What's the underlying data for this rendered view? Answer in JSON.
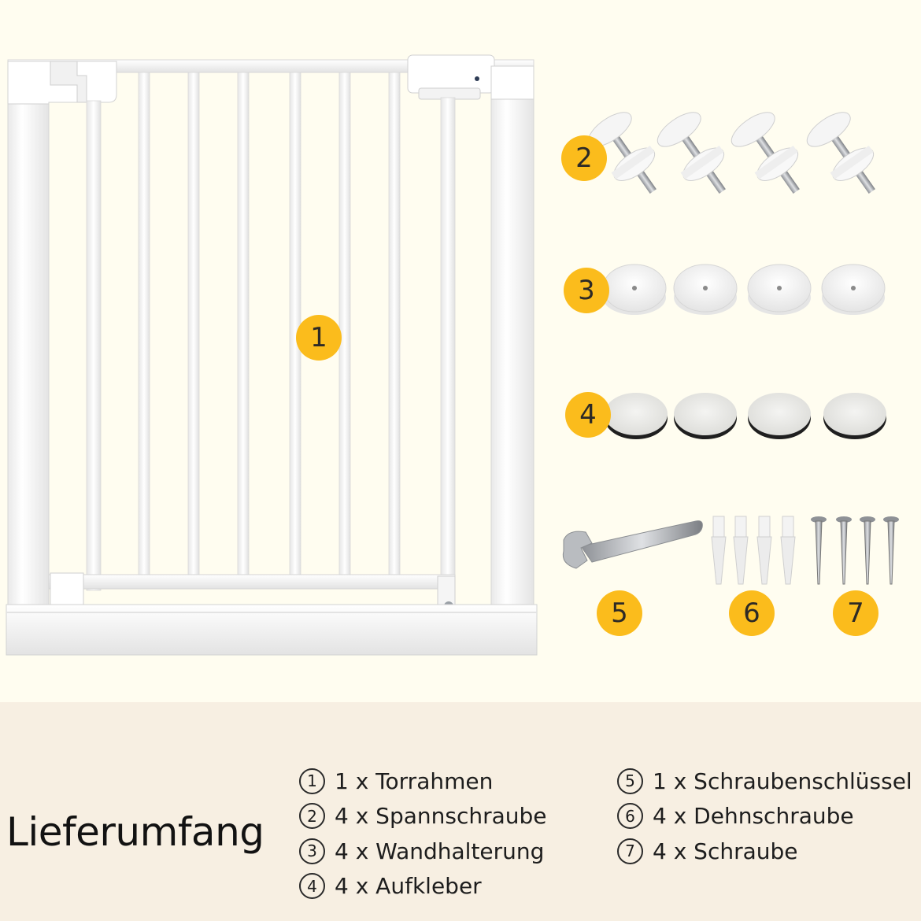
{
  "badges": {
    "b1": "1",
    "b2": "2",
    "b3": "3",
    "b4": "4",
    "b5": "5",
    "b6": "6",
    "b7": "7"
  },
  "footer": {
    "title": "Lieferumfang",
    "items_left": [
      {
        "number": "1",
        "text": "1 x Torrahmen"
      },
      {
        "number": "2",
        "text": "4 x Spannschraube"
      },
      {
        "number": "3",
        "text": "4 x Wandhalterung"
      },
      {
        "number": "4",
        "text": "4 x Aufkleber"
      }
    ],
    "items_right": [
      {
        "number": "5",
        "text": "1 x Schraubenschlüssel"
      },
      {
        "number": "6",
        "text": "4 x Dehnschraube"
      },
      {
        "number": "7",
        "text": "4 x Schraube"
      }
    ]
  },
  "colors": {
    "badge": "#fbbc1c",
    "background": "#fffdf0",
    "footer_background": "#f7efe2",
    "gate_white": "#ffffff"
  }
}
